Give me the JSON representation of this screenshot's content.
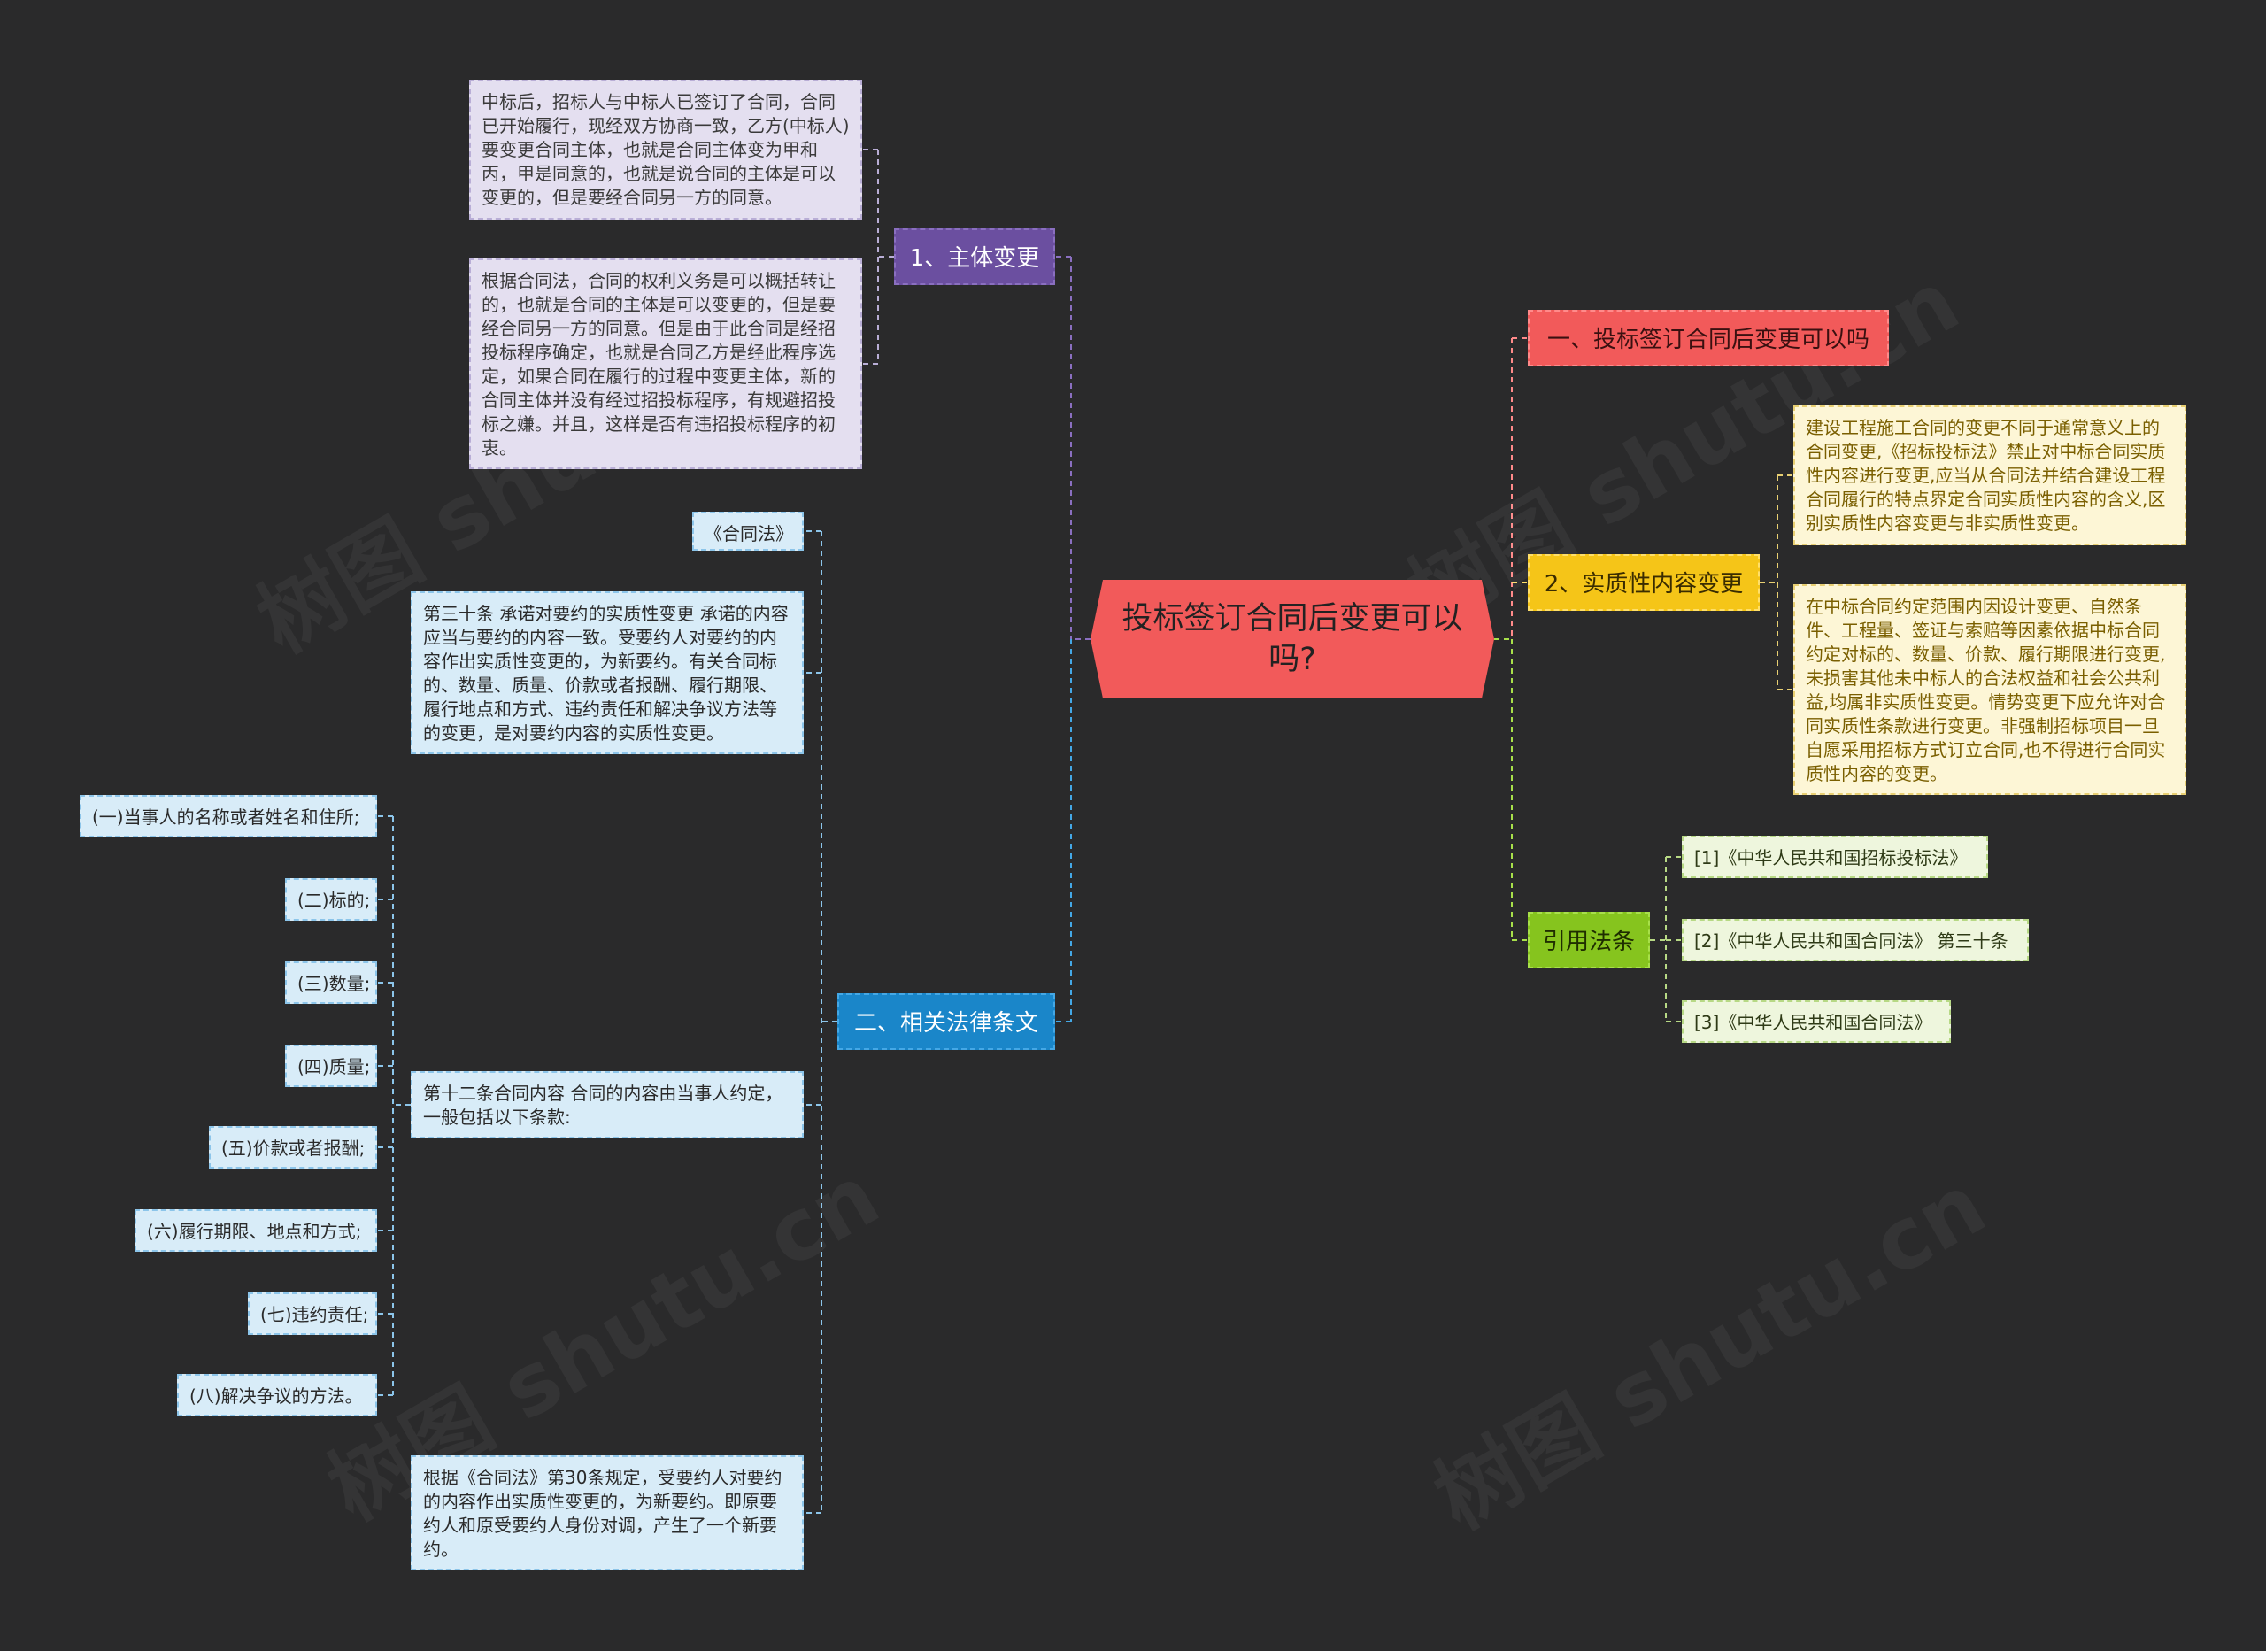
{
  "watermark": "树图 shutu.cn",
  "center": {
    "text": "投标签订合同后变更可以吗?"
  },
  "left": {
    "subject_change": {
      "label": "1、主体变更",
      "notes": [
        "中标后，招标人与中标人已签订了合同，合同已开始履行，现经双方协商一致，乙方(中标人)要变更合同主体，也就是合同主体变为甲和丙，甲是同意的，也就是说合同的主体是可以变更的，但是要经合同另一方的同意。",
        "根据合同法，合同的权利义务是可以概括转让的，也就是合同的主体是可以变更的，但是要经合同另一方的同意。但是由于此合同是经招投标程序确定，也就是合同乙方是经此程序选定，如果合同在履行的过程中变更主体，新的合同主体并没有经过招投标程序，有规避招投标之嫌。并且，这样是否有违招投标程序的初衷。"
      ]
    },
    "legal_provisions": {
      "label": "二、相关法律条文",
      "law_name": "《合同法》",
      "article30": "第三十条 承诺对要约的实质性变更 承诺的内容应当与要约的内容一致。受要约人对要约的内容作出实质性变更的，为新要约。有关合同标的、数量、质量、价款或者报酬、履行期限、履行地点和方式、违约责任和解决争议方法等的变更，是对要约内容的实质性变更。",
      "article12": "第十二条合同内容 合同的内容由当事人约定，一般包括以下条款:",
      "clauses": [
        "(一)当事人的名称或者姓名和住所;",
        "(二)标的;",
        "(三)数量;",
        "(四)质量;",
        "(五)价款或者报酬;",
        "(六)履行期限、地点和方式;",
        "(七)违约责任;",
        "(八)解决争议的方法。"
      ],
      "conclusion": "根据《合同法》第30条规定，受要约人对要约的内容作出实质性变更的，为新要约。即原要约人和原受要约人身份对调，产生了一个新要约。"
    }
  },
  "right": {
    "answer": {
      "label": "一、投标签订合同后变更可以吗"
    },
    "substantive": {
      "label": "2、实质性内容变更",
      "notes": [
        "建设工程施工合同的变更不同于通常意义上的合同变更,《招标投标法》禁止对中标合同实质性内容进行变更,应当从合同法并结合建设工程合同履行的特点界定合同实质性内容的含义,区别实质性内容变更与非实质性变更。",
        "在中标合同约定范围内因设计变更、自然条件、工程量、签证与索赔等因素依据中标合同约定对标的、数量、价款、履行期限进行变更,未损害其他未中标人的合法权益和社会公共利益,均属非实质性变更。情势变更下应允许对合同实质性条款进行变更。非强制招标项目一旦自愿采用招标方式订立合同,也不得进行合同实质性内容的变更。"
      ]
    },
    "citations": {
      "label": "引用法条",
      "items": [
        "[1]《中华人民共和国招标投标法》",
        "[2]《中华人民共和国合同法》 第三十条",
        "[3]《中华人民共和国合同法》"
      ]
    }
  },
  "colors": {
    "background": "#2a2a2b",
    "center": "#f25a5a",
    "purple": "#6b4fa0",
    "blue": "#1a86c9",
    "red": "#f25a5a",
    "yellow": "#f5c518",
    "green": "#86c41e"
  }
}
